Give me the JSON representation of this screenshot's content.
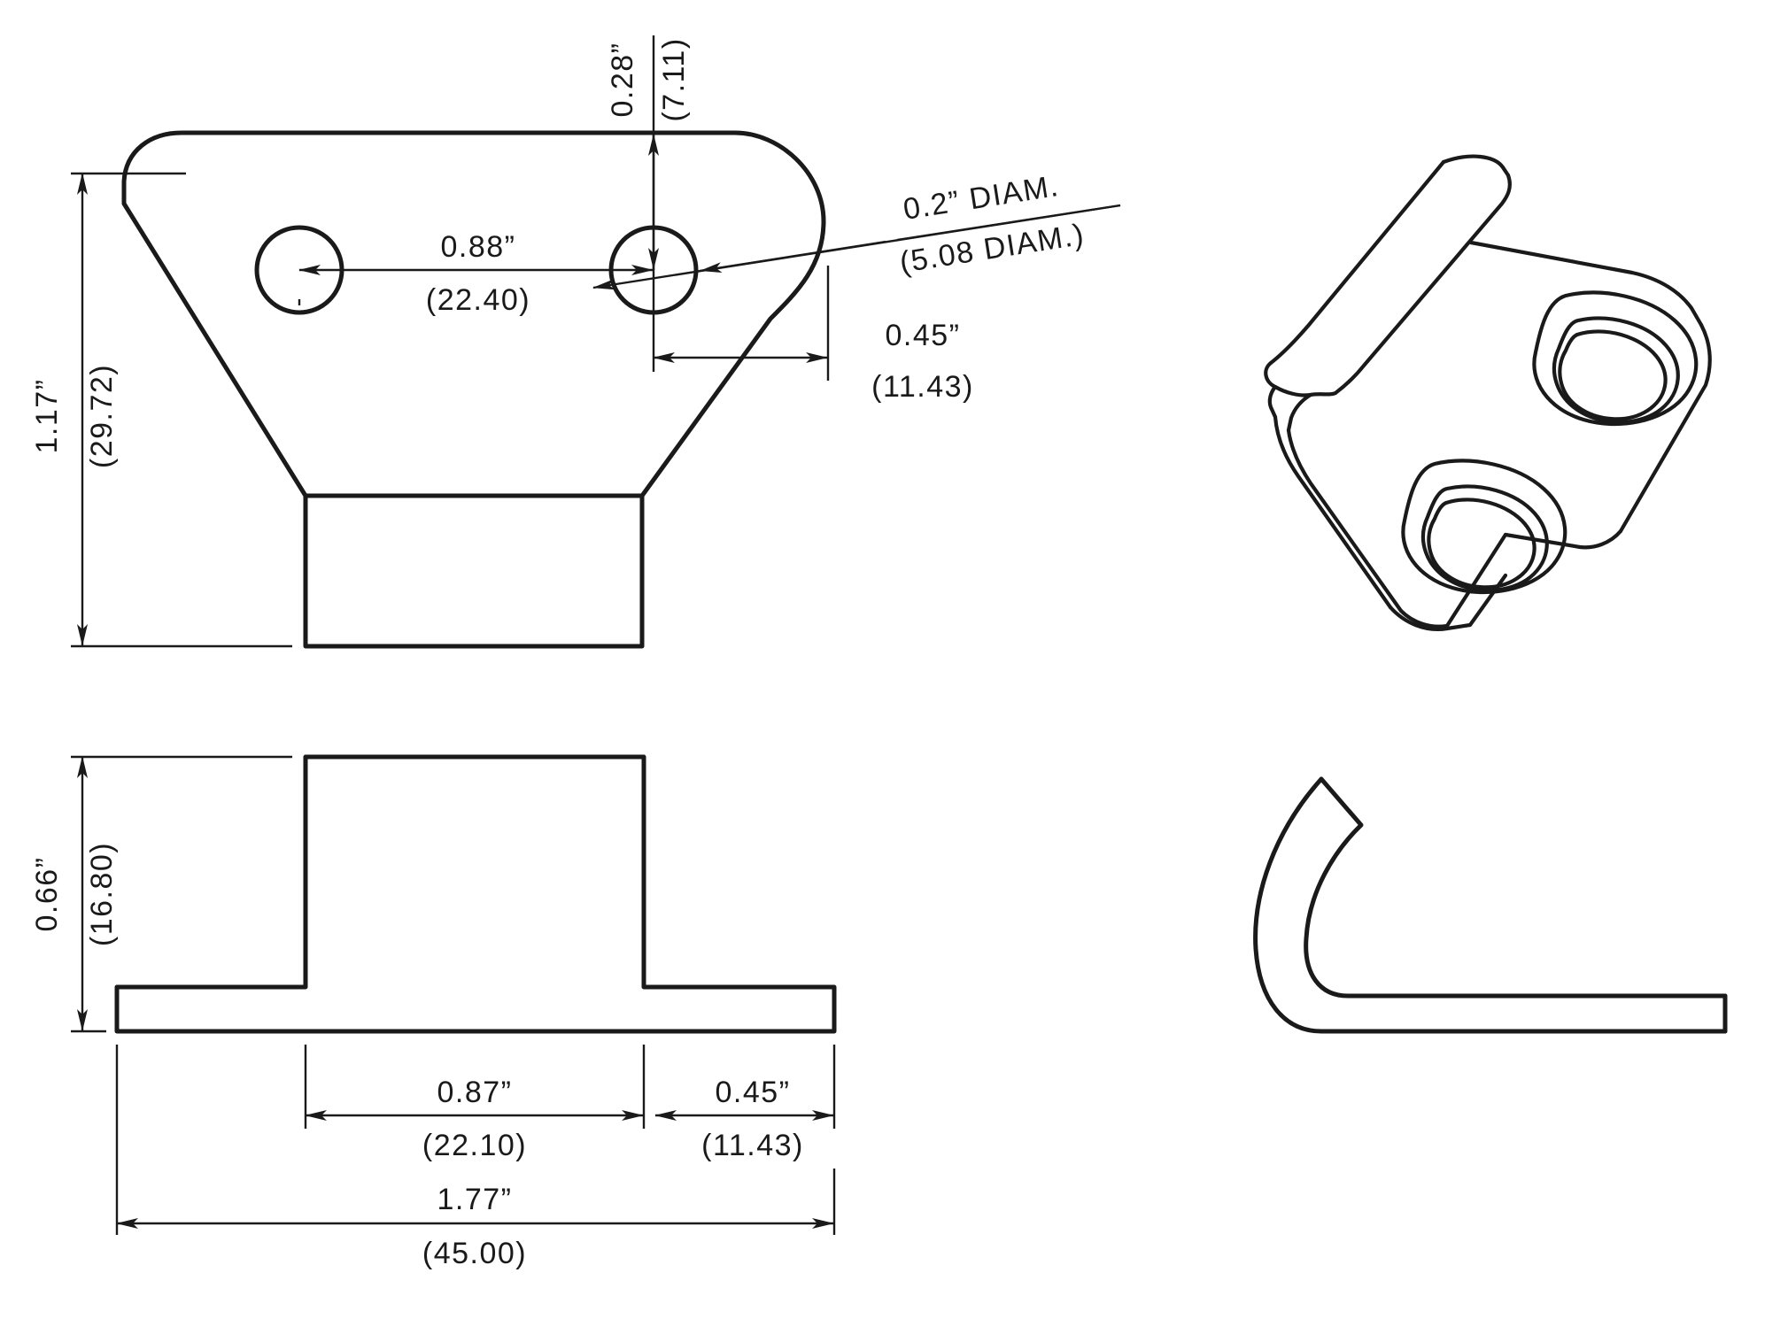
{
  "drawing": {
    "title": "Mounting Bracket Technical Drawing",
    "background_color": "#ffffff",
    "line_color": "#1a1a1a",
    "views": [
      {
        "name": "front-view",
        "position": "top-left"
      },
      {
        "name": "isometric-view",
        "position": "top-right"
      },
      {
        "name": "side-section-view",
        "position": "bottom-left"
      },
      {
        "name": "profile-view",
        "position": "bottom-right"
      }
    ]
  },
  "dimensions": {
    "front_view": {
      "height_inch": "1.17”",
      "height_mm": "(29.72)",
      "hole_spacing_inch": "0.88”",
      "hole_spacing_mm": "(22.40)",
      "edge_offset_top_inch": "0.28”",
      "edge_offset_top_mm": "(7.11)",
      "edge_offset_right_inch": "0.45”",
      "edge_offset_right_mm": "(11.43)",
      "hole_diameter_inch": "0.2”  DIAM.",
      "hole_diameter_mm": "(5.08  DIAM.)"
    },
    "side_view": {
      "height_inch": "0.66”",
      "height_mm": "(16.80)",
      "boss_width_inch": "0.87”",
      "boss_width_mm": "(22.10)",
      "flange_right_inch": "0.45”",
      "flange_right_mm": "(11.43)",
      "overall_width_inch": "1.77”",
      "overall_width_mm": "(45.00)"
    }
  }
}
